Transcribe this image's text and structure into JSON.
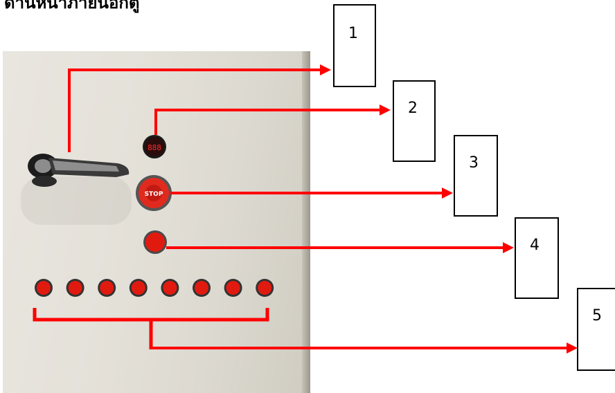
{
  "title": "ด้านหน้าภายนอกตู้",
  "callouts": [
    {
      "number": "1"
    },
    {
      "number": "2"
    },
    {
      "number": "3"
    },
    {
      "number": "4"
    },
    {
      "number": "5"
    }
  ],
  "stop_button_text": "STOP",
  "digital_display_text": "888",
  "arrow_color": "#ff0000",
  "button_color": "#e11a10",
  "pilot_lamp_count": 8
}
